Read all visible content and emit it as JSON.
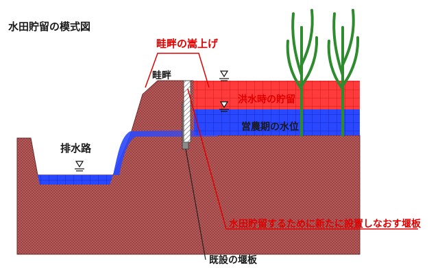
{
  "title": "水田貯留の模式図",
  "labels": {
    "levee_raise": "畦畔の嵩上げ",
    "levee": "畦畔",
    "flood_storage": "洪水時の貯留",
    "normal_water_level": "営農期の水位",
    "drainage_channel": "排水路",
    "new_weir_plate": "水田貯留するために新たに設置しなおす堰板",
    "existing_weir_plate": "既設の堰板"
  },
  "colors": {
    "soil": "#b85a5a",
    "soil_dot": "#6e2a2a",
    "flood_water": "#ff3b3b",
    "normal_water": "#2a48ff",
    "channel_water": "#2a48ff",
    "plant": "#2e8b2e",
    "callout_red": "#e00000",
    "weir_plate": "#8a8a8a",
    "text": "#1a1a1a"
  },
  "icons": {
    "water_level_marker": "inverted-triangle-icon",
    "rice_plant": "rice-plant-icon"
  }
}
